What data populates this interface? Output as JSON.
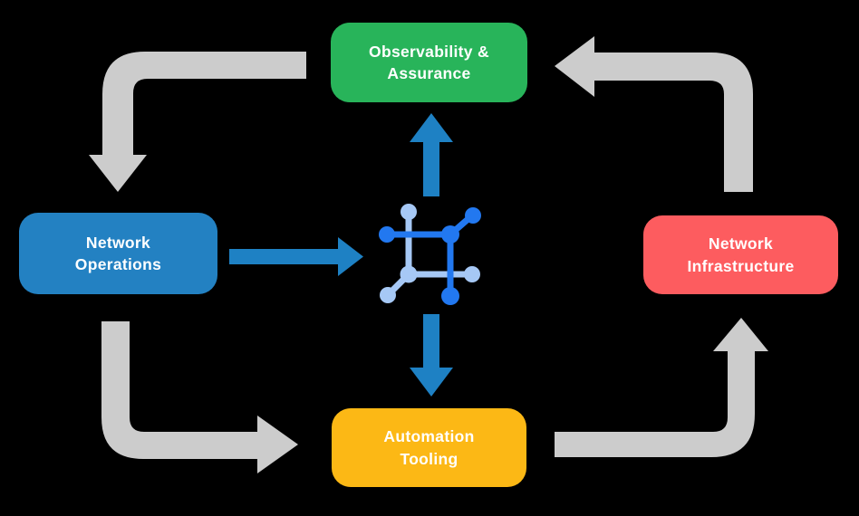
{
  "diagram": {
    "type": "cycle-flow",
    "background": "#000000",
    "nodes": [
      {
        "id": "observability-assurance",
        "lines": [
          "Observability &",
          "Assurance"
        ],
        "color": "#28b45a"
      },
      {
        "id": "network-operations",
        "lines": [
          "Network",
          "Operations"
        ],
        "color": "#2381c2"
      },
      {
        "id": "network-infrastructure",
        "lines": [
          "Network",
          "Infrastructure"
        ],
        "color": "#fd5c5f"
      },
      {
        "id": "automation-tooling",
        "lines": [
          "Automation",
          "Tooling"
        ],
        "color": "#fcb815"
      }
    ],
    "colors": {
      "cycle_arrow": "#cccccc",
      "flow_arrow": "#1e81c4",
      "icon_dark": "#2278f0",
      "icon_light": "#a6c8f5",
      "label_text": "#ffffff"
    },
    "center_icon": "network-mesh-icon",
    "flows": [
      "observability-to-operations",
      "infrastructure-to-observability",
      "operations-to-automation",
      "automation-to-infrastructure",
      "operations-to-center",
      "center-to-observability",
      "center-to-automation"
    ]
  }
}
